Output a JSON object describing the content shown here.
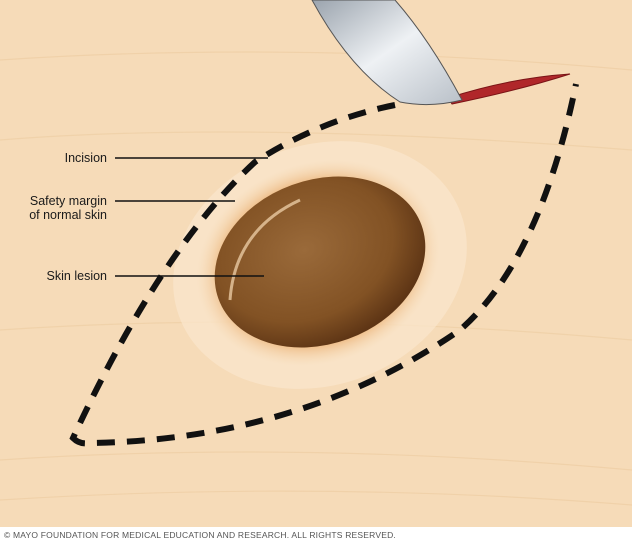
{
  "labels": {
    "incision": "Incision",
    "safety_margin_line1": "Safety margin",
    "safety_margin_line2": "of normal skin",
    "skin_lesion": "Skin lesion"
  },
  "footer": "© MAYO FOUNDATION FOR MEDICAL EDUCATION AND RESEARCH. ALL RIGHTS RESERVED.",
  "colors": {
    "skin": "#f7dcb9",
    "lesion": "#8a5a2b",
    "margin": "#e6a866",
    "incision_red": "#b0272a",
    "dash": "#111111"
  }
}
